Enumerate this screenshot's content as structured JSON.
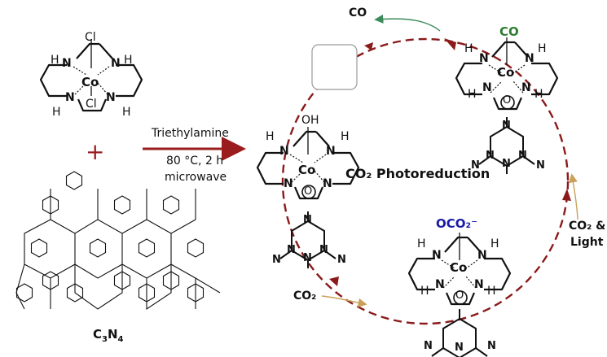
{
  "reaction": {
    "reagent": "Triethylamine",
    "conditions": "80 °C, 2 h",
    "method": "microwave",
    "plus": "+",
    "support": "C3N4",
    "support_main": "C",
    "support_sub1": "3",
    "support_mid": "N",
    "support_sub2": "4"
  },
  "cycle": {
    "title": "CO₂ Photoreduction",
    "co_out": "CO",
    "co2_in": "CO₂",
    "co2_light_line1": "CO₂ &",
    "co2_light_line2": "Light"
  },
  "ligands": {
    "cl": "Cl",
    "oh": "OH",
    "co": "CO",
    "oco2": "OCO₂⁻"
  },
  "atoms": {
    "co": "Co",
    "n": "N",
    "h": "H",
    "o": "O"
  },
  "colors": {
    "arrow_red": "#9b1c1c",
    "cycle_dash": "#8b1a1a",
    "co_green": "#2e7d32",
    "oco2_blue": "#1a1aa8",
    "co2_arrow": "#c9a15a",
    "co_arrow": "#3a8a5a"
  }
}
